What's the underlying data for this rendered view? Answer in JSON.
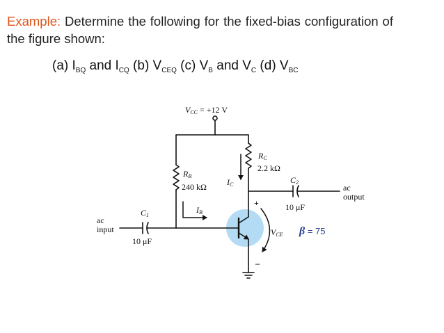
{
  "problem": {
    "label": "Example:",
    "text": " Determine the following for the fixed-bias configuration of the figure shown:",
    "parts": {
      "a_prefix": "(a) I",
      "a_sub1": "BQ",
      "a_and": " and I",
      "a_sub2": "CQ",
      "b_prefix": " (b) V",
      "b_sub": "CEQ",
      "c_prefix": " (c) V",
      "c_sub1": "B",
      "c_and": " and V",
      "c_sub2": "C",
      "d_prefix": " (d) V",
      "d_sub": "BC"
    }
  },
  "circuit": {
    "vcc_label": "V",
    "vcc_sub": "CC",
    "vcc_value": " = +12 V",
    "rb_label": "R",
    "rb_sub": "B",
    "rb_value": "240 kΩ",
    "rc_label": "R",
    "rc_sub": "C",
    "rc_value": "2.2 kΩ",
    "c1_label": "C",
    "c1_sub": "1",
    "c1_value": "10 μF",
    "c2_label": "C",
    "c2_sub": "2",
    "c2_value": "10 μF",
    "ib_label": "I",
    "ib_sub": "B",
    "ic_label": "I",
    "ic_sub": "C",
    "vce_label": "V",
    "vce_sub": "CE",
    "plus": "+",
    "minus": "–",
    "ac_input_line1": "ac",
    "ac_input_line2": "input",
    "ac_output_line1": "ac",
    "ac_output_line2": "output",
    "beta_symbol": "β",
    "beta_value": " = 75"
  },
  "colors": {
    "label_accent": "#e0541c",
    "transistor_fill": "#b3dcf4",
    "beta_text": "#2a3f95"
  }
}
